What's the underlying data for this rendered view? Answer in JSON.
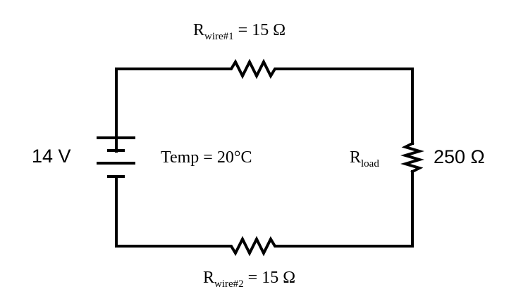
{
  "wire1": {
    "main": "R",
    "sub": "wire#1",
    "value": "= 15 Ω"
  },
  "wire2": {
    "main": "R",
    "sub": "wire#2",
    "value": "= 15 Ω"
  },
  "load": {
    "main": "R",
    "sub": "load",
    "value": "250 Ω"
  },
  "source": {
    "voltage": "14 V"
  },
  "temperature": {
    "text": "Temp = 20°C"
  }
}
